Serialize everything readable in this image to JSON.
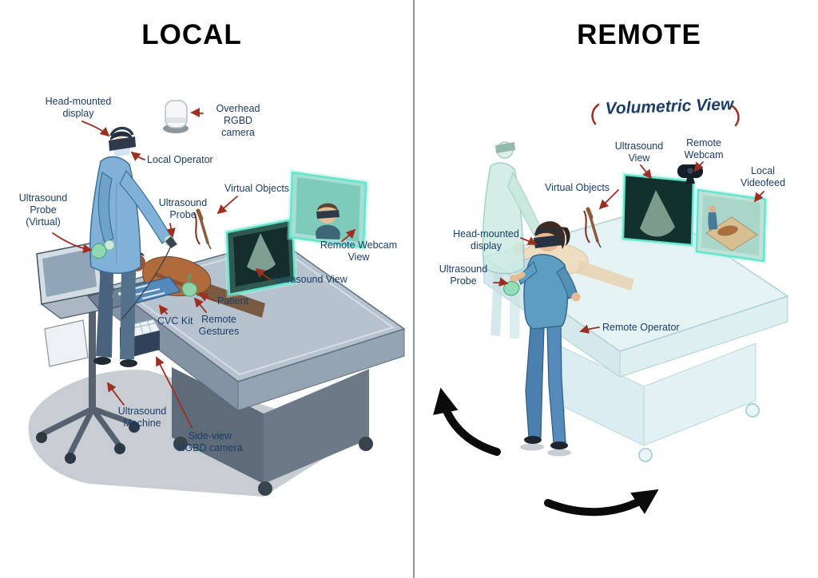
{
  "local": {
    "title": "LOCAL",
    "labels": {
      "head_mounted_display": "Head-mounted display",
      "overhead_rgbd_camera": "Overhead RGBD camera",
      "local_operator": "Local Operator",
      "ultrasound_probe_virtual": "Ultrasound Probe (Virtual)",
      "ultrasound_probe": "Ultrasound Probe",
      "virtual_objects": "Virtual Objects",
      "remote_webcam_view": "Remote Webcam View",
      "ultrasound_view": "Ultrasound View",
      "patient": "Patient",
      "cvc_kit": "CVC Kit",
      "remote_gestures": "Remote Gestures",
      "ultrasound_machine": "Ultrasound Machine",
      "side_view_rgbd_camera": "Side-view RGBD camera"
    }
  },
  "remote": {
    "title": "REMOTE",
    "labels": {
      "volumetric_view": "Volumetric View",
      "ultrasound_view": "Ultrasound View",
      "remote_webcam": "Remote Webcam",
      "local_videofeed": "Local Videofeed",
      "virtual_objects": "Virtual Objects",
      "head_mounted_display": "Head-mounted display",
      "ultrasound_probe": "Ultrasound Probe",
      "remote_operator": "Remote Operator"
    }
  },
  "colors": {
    "label_text": "#1b3d66",
    "pointer_arrow_red": "#9c2f22",
    "virtual_screen_border": "#63e6cd",
    "title_text": "#000000",
    "scrubs_blue": "#7fb2d6",
    "gesture_green": "#8fdcb0"
  }
}
